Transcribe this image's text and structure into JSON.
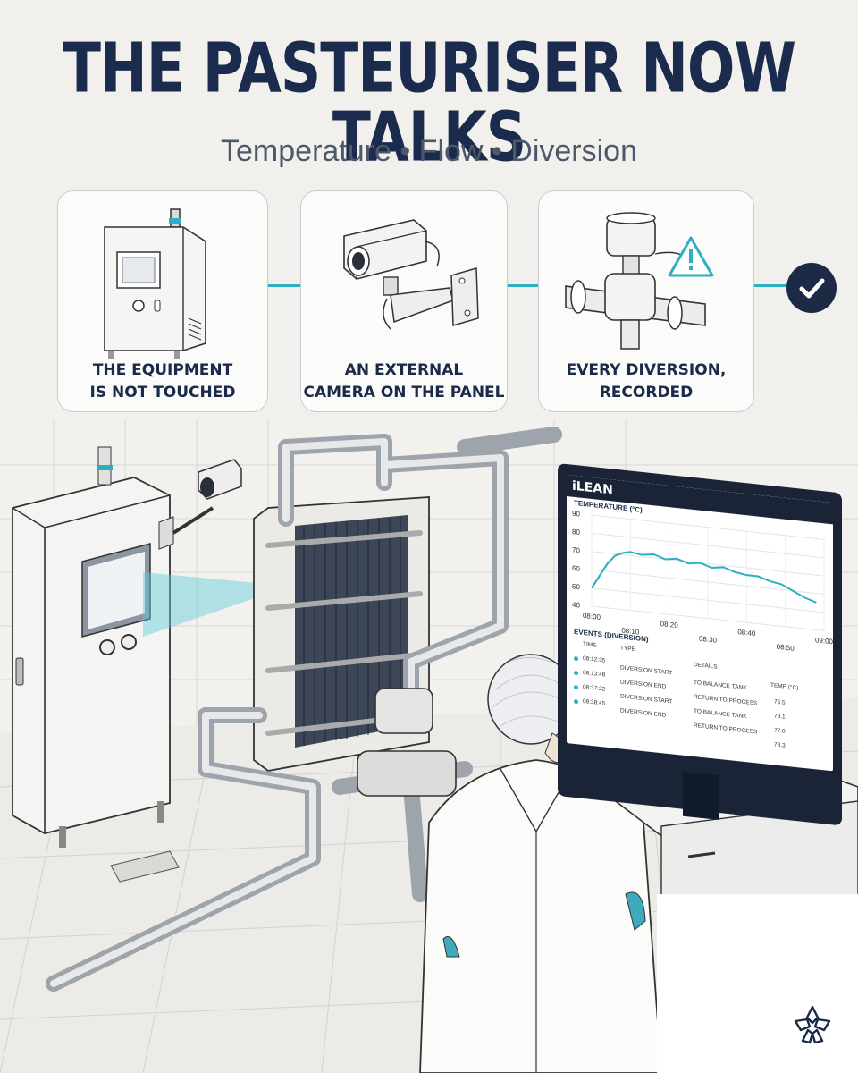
{
  "header": {
    "title": "THE PASTEURISER NOW TALKS",
    "subtitle": "Temperature • Flow • Diversion"
  },
  "steps": [
    {
      "line1": "THE EQUIPMENT",
      "line2": "IS NOT TOUCHED",
      "icon": "control-cabinet-icon"
    },
    {
      "line1": "AN EXTERNAL",
      "line2": "CAMERA ON THE PANEL",
      "icon": "camera-icon"
    },
    {
      "line1": "EVERY DIVERSION,",
      "line2": "RECORDED",
      "icon": "diversion-valve-icon"
    }
  ],
  "colors": {
    "navy": "#1b2b4d",
    "accent": "#2ab0c0",
    "background": "#f1f0ec"
  },
  "monitor": {
    "brand": "iLEAN",
    "chart_title": "TEMPERATURE (°C)",
    "events_title": "EVENTS (DIVERSION)",
    "columns": {
      "time": "TIME",
      "type": "TYPE",
      "details": "DETAILS",
      "temp": "TEMP (°C)"
    },
    "events": [
      {
        "time": "08:12:35",
        "type": "DIVERSION START",
        "details": "TO BALANCE TANK",
        "temp": "76.5"
      },
      {
        "time": "08:13:48",
        "type": "DIVERSION END",
        "details": "RETURN TO PROCESS",
        "temp": "78.1"
      },
      {
        "time": "08:37:22",
        "type": "DIVERSION START",
        "details": "TO BALANCE TANK",
        "temp": "77.0"
      },
      {
        "time": "08:38:45",
        "type": "DIVERSION END",
        "details": "RETURN TO PROCESS",
        "temp": "78.3"
      }
    ]
  },
  "chart_data": {
    "type": "line",
    "title": "TEMPERATURE (°C)",
    "x_ticks": [
      "08:00",
      "08:10",
      "08:20",
      "08:30",
      "08:40",
      "08:50",
      "09:00"
    ],
    "y_ticks": [
      40,
      50,
      60,
      70,
      80,
      90
    ],
    "ylim": [
      40,
      90
    ],
    "grid": true,
    "series": [
      {
        "x_minutes_from_0800": [
          0,
          2,
          4,
          6,
          8,
          10,
          13,
          16,
          19,
          22,
          25,
          28,
          31,
          34,
          37,
          40,
          43,
          46,
          49,
          52,
          55,
          58
        ],
        "values": [
          50,
          57,
          64,
          69,
          71,
          72,
          71,
          72,
          70,
          71,
          69,
          70,
          68,
          69,
          67,
          66,
          66,
          64,
          63,
          60,
          57,
          55
        ]
      }
    ]
  }
}
